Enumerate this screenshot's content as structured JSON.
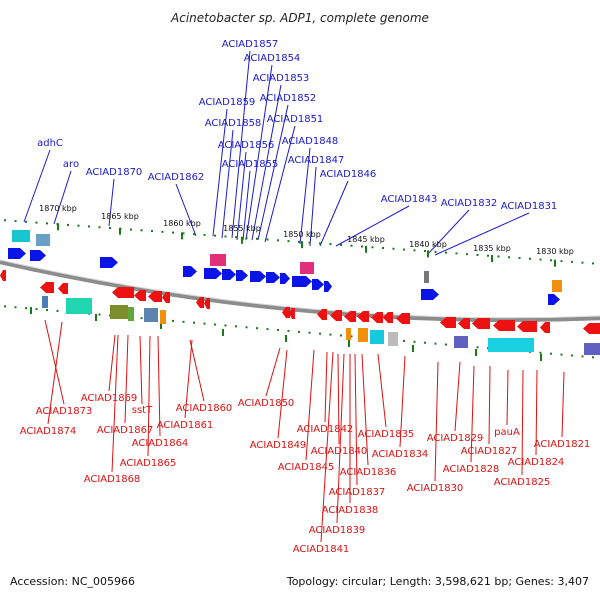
{
  "title": "Acinetobacter sp. ADP1, complete genome",
  "footer": {
    "accession": "Accession: NC_005966",
    "summary": "Topology: circular; Length: 3,598,621 bp; Genes: 3,407"
  },
  "colors": {
    "forward_label": "#1a1acc",
    "reverse_label": "#dd1111",
    "forward_gene": "#0a14e6",
    "reverse_gene": "#ee1111",
    "tick": "#1a7a1a",
    "backbone": "#8c8c8c"
  },
  "scale_ticks": [
    "1870 kbp",
    "1865 kbp",
    "1860 kbp",
    "1855 kbp",
    "1850 kbp",
    "1845 kbp",
    "1840 kbp",
    "1835 kbp",
    "1830 kbp"
  ],
  "top_labels": [
    "adhC",
    "aro",
    "ACIAD1870",
    "ACIAD1862",
    "ACIAD1859",
    "ACIAD1858",
    "ACIAD1857",
    "ACIAD1856",
    "ACIAD1855",
    "ACIAD1854",
    "ACIAD1853",
    "ACIAD1852",
    "ACIAD1851",
    "ACIAD1848",
    "ACIAD1847",
    "ACIAD1846",
    "ACIAD1843",
    "ACIAD1832",
    "ACIAD1831"
  ],
  "bottom_labels": [
    "ACIAD1873",
    "ACIAD1874",
    "ACIAD1869",
    "ACIAD1868",
    "ACIAD1867",
    "sstT",
    "ACIAD1865",
    "ACIAD1864",
    "ACIAD1861",
    "ACIAD1860",
    "ACIAD1850",
    "ACIAD1849",
    "ACIAD1845",
    "ACIAD1842",
    "ACIAD1841",
    "ACIAD1840",
    "ACIAD1839",
    "ACIAD1838",
    "ACIAD1837",
    "ACIAD1836",
    "ACIAD1835",
    "ACIAD1834",
    "ACIAD1830",
    "ACIAD1829",
    "ACIAD1828",
    "ACIAD1827",
    "pauA",
    "ACIAD1825",
    "ACIAD1824",
    "ACIAD1821"
  ]
}
